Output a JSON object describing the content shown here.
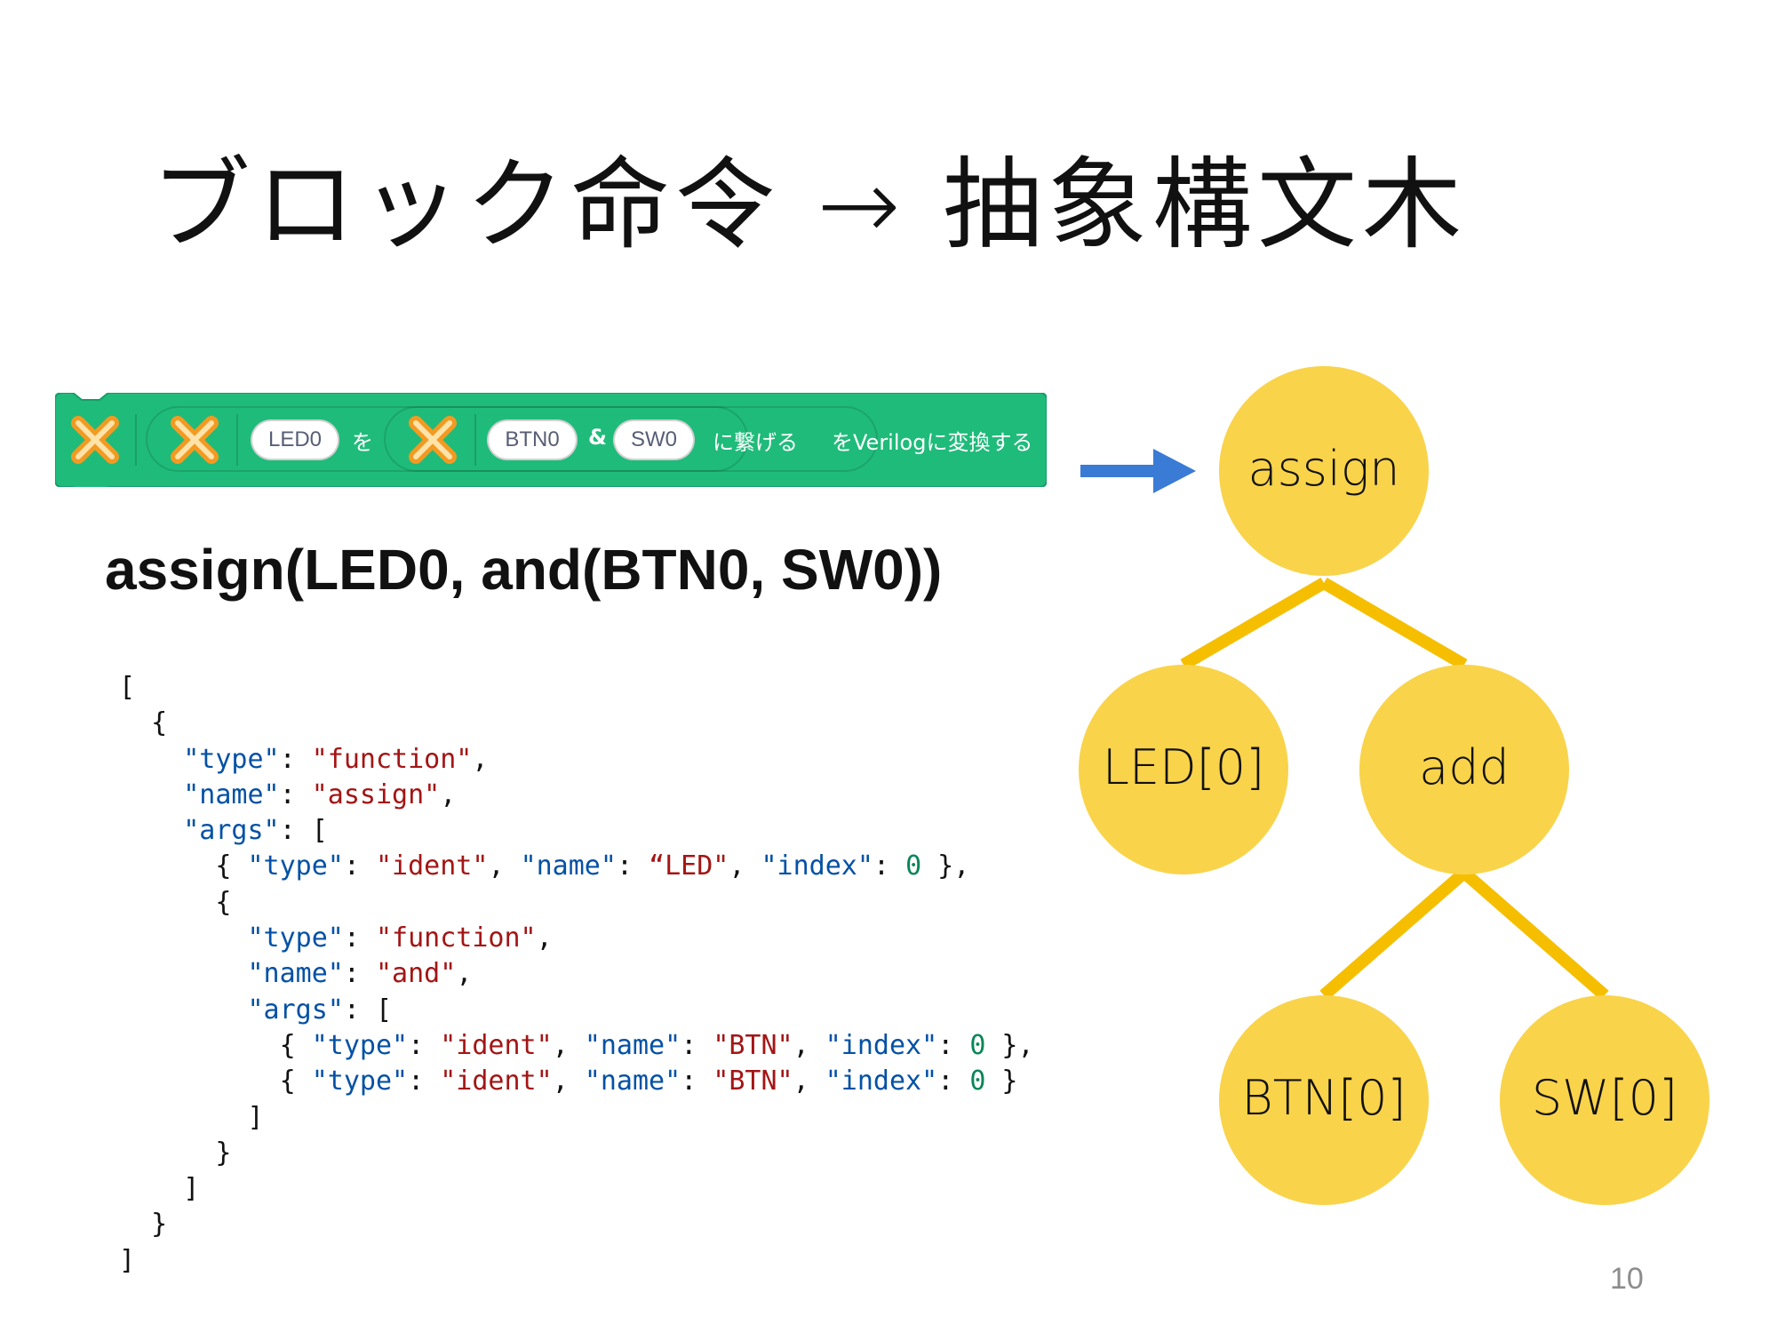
{
  "slide": {
    "title": "ブロック命令 → 抽象構文木",
    "page_number": "10"
  },
  "block": {
    "color": "#1fbb7a",
    "inputs": [
      "LED0",
      "BTN0",
      "SW0"
    ],
    "text_wo": "を",
    "text_and": "&",
    "text_connect": "に繋げる",
    "text_convert": "をVerilogに変換する",
    "icon": "extension-x-icon"
  },
  "expression": "assign(LED0, and(BTN0, SW0))",
  "code": {
    "lines": [
      [
        {
          "t": "p",
          "v": "["
        }
      ],
      [
        {
          "t": "p",
          "v": "  {"
        }
      ],
      [
        {
          "t": "p",
          "v": "    "
        },
        {
          "t": "k",
          "v": "\"type\""
        },
        {
          "t": "p",
          "v": ": "
        },
        {
          "t": "s",
          "v": "\"function\""
        },
        {
          "t": "p",
          "v": ","
        }
      ],
      [
        {
          "t": "p",
          "v": "    "
        },
        {
          "t": "k",
          "v": "\"name\""
        },
        {
          "t": "p",
          "v": ": "
        },
        {
          "t": "s",
          "v": "\"assign\""
        },
        {
          "t": "p",
          "v": ","
        }
      ],
      [
        {
          "t": "p",
          "v": "    "
        },
        {
          "t": "k",
          "v": "\"args\""
        },
        {
          "t": "p",
          "v": ": ["
        }
      ],
      [
        {
          "t": "p",
          "v": "      { "
        },
        {
          "t": "k",
          "v": "\"type\""
        },
        {
          "t": "p",
          "v": ": "
        },
        {
          "t": "s",
          "v": "\"ident\""
        },
        {
          "t": "p",
          "v": ", "
        },
        {
          "t": "k",
          "v": "\"name\""
        },
        {
          "t": "p",
          "v": ": "
        },
        {
          "t": "s",
          "v": "“LED\""
        },
        {
          "t": "p",
          "v": ", "
        },
        {
          "t": "k",
          "v": "\"index\""
        },
        {
          "t": "p",
          "v": ": "
        },
        {
          "t": "n",
          "v": "0"
        },
        {
          "t": "p",
          "v": " },"
        }
      ],
      [
        {
          "t": "p",
          "v": "      {"
        }
      ],
      [
        {
          "t": "p",
          "v": "        "
        },
        {
          "t": "k",
          "v": "\"type\""
        },
        {
          "t": "p",
          "v": ": "
        },
        {
          "t": "s",
          "v": "\"function\""
        },
        {
          "t": "p",
          "v": ","
        }
      ],
      [
        {
          "t": "p",
          "v": "        "
        },
        {
          "t": "k",
          "v": "\"name\""
        },
        {
          "t": "p",
          "v": ": "
        },
        {
          "t": "s",
          "v": "\"and\""
        },
        {
          "t": "p",
          "v": ","
        }
      ],
      [
        {
          "t": "p",
          "v": "        "
        },
        {
          "t": "k",
          "v": "\"args\""
        },
        {
          "t": "p",
          "v": ": ["
        }
      ],
      [
        {
          "t": "p",
          "v": "          { "
        },
        {
          "t": "k",
          "v": "\"type\""
        },
        {
          "t": "p",
          "v": ": "
        },
        {
          "t": "s",
          "v": "\"ident\""
        },
        {
          "t": "p",
          "v": ", "
        },
        {
          "t": "k",
          "v": "\"name\""
        },
        {
          "t": "p",
          "v": ": "
        },
        {
          "t": "s",
          "v": "\"BTN\""
        },
        {
          "t": "p",
          "v": ", "
        },
        {
          "t": "k",
          "v": "\"index\""
        },
        {
          "t": "p",
          "v": ": "
        },
        {
          "t": "n",
          "v": "0"
        },
        {
          "t": "p",
          "v": " },"
        }
      ],
      [
        {
          "t": "p",
          "v": "          { "
        },
        {
          "t": "k",
          "v": "\"type\""
        },
        {
          "t": "p",
          "v": ": "
        },
        {
          "t": "s",
          "v": "\"ident\""
        },
        {
          "t": "p",
          "v": ", "
        },
        {
          "t": "k",
          "v": "\"name\""
        },
        {
          "t": "p",
          "v": ": "
        },
        {
          "t": "s",
          "v": "\"BTN\""
        },
        {
          "t": "p",
          "v": ", "
        },
        {
          "t": "k",
          "v": "\"index\""
        },
        {
          "t": "p",
          "v": ": "
        },
        {
          "t": "n",
          "v": "0"
        },
        {
          "t": "p",
          "v": " }"
        }
      ],
      [
        {
          "t": "p",
          "v": "        ]"
        }
      ],
      [
        {
          "t": "p",
          "v": "      }"
        }
      ],
      [
        {
          "t": "p",
          "v": "    ]"
        }
      ],
      [
        {
          "t": "p",
          "v": "  }"
        }
      ],
      [
        {
          "t": "p",
          "v": "]"
        }
      ]
    ]
  },
  "tree": {
    "node_color": "#f9d34a",
    "edge_color": "#f5bf00",
    "arrow_color": "#3a7bd5",
    "nodes": {
      "assign": "assign",
      "led": "LED[0]",
      "add": "add",
      "btn": "BTN[0]",
      "sw": "SW[0]"
    }
  }
}
